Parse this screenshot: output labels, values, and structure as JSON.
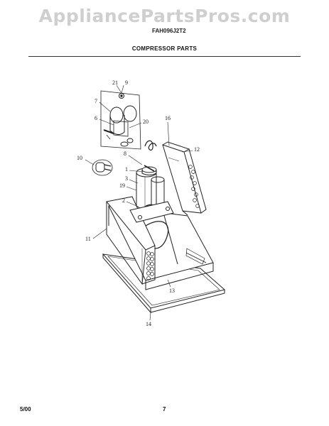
{
  "watermark": "AppliancePartsPros.com",
  "model_number": "FAH096J2T2",
  "section_title": "COMPRESSOR PARTS",
  "callouts": {
    "c21": "21",
    "c9": "9",
    "c7": "7",
    "c6": "6",
    "c20": "20",
    "c16": "16",
    "c8": "8",
    "c12": "12",
    "c10": "10",
    "c1": "1",
    "c3": "3",
    "c19": "19",
    "c2": "2",
    "c11": "11",
    "c13": "13",
    "c14": "14"
  },
  "footer": {
    "date": "5/00",
    "page": "7"
  }
}
